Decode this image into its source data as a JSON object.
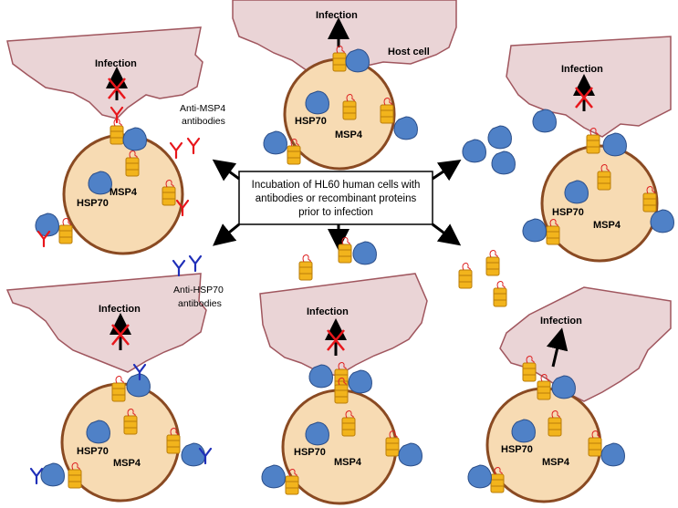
{
  "center_box": {
    "lines": [
      "Incubation of HL60 human cells with",
      "antibodies or recombinant proteins",
      "prior to infection"
    ]
  },
  "labels": {
    "infection": "Infection",
    "host_cell": "Host cell",
    "hsp70": "HSP70",
    "msp4": "MSP4",
    "anti_msp4_line1": "Anti-MSP4",
    "anti_msp4_line2": "antibodies",
    "anti_hsp70_line1": "Anti-HSP70",
    "anti_hsp70_line2": "antibodies"
  },
  "colors": {
    "host_cell_fill": "#ead4d6",
    "host_cell_stroke": "#a0565e",
    "cell_fill": "#f7dbb3",
    "cell_stroke": "#8a4a22",
    "hsp70_fill": "#4f81c7",
    "msp4_fill": "#f2b41c",
    "anti_msp4": "#e8161b",
    "anti_hsp70": "#1f2fb8",
    "block_x": "#e8161b"
  },
  "icons": [
    "hsp70-protein-icon",
    "msp4-protein-icon",
    "antibody-icon",
    "block-x-icon",
    "arrow-icon"
  ]
}
